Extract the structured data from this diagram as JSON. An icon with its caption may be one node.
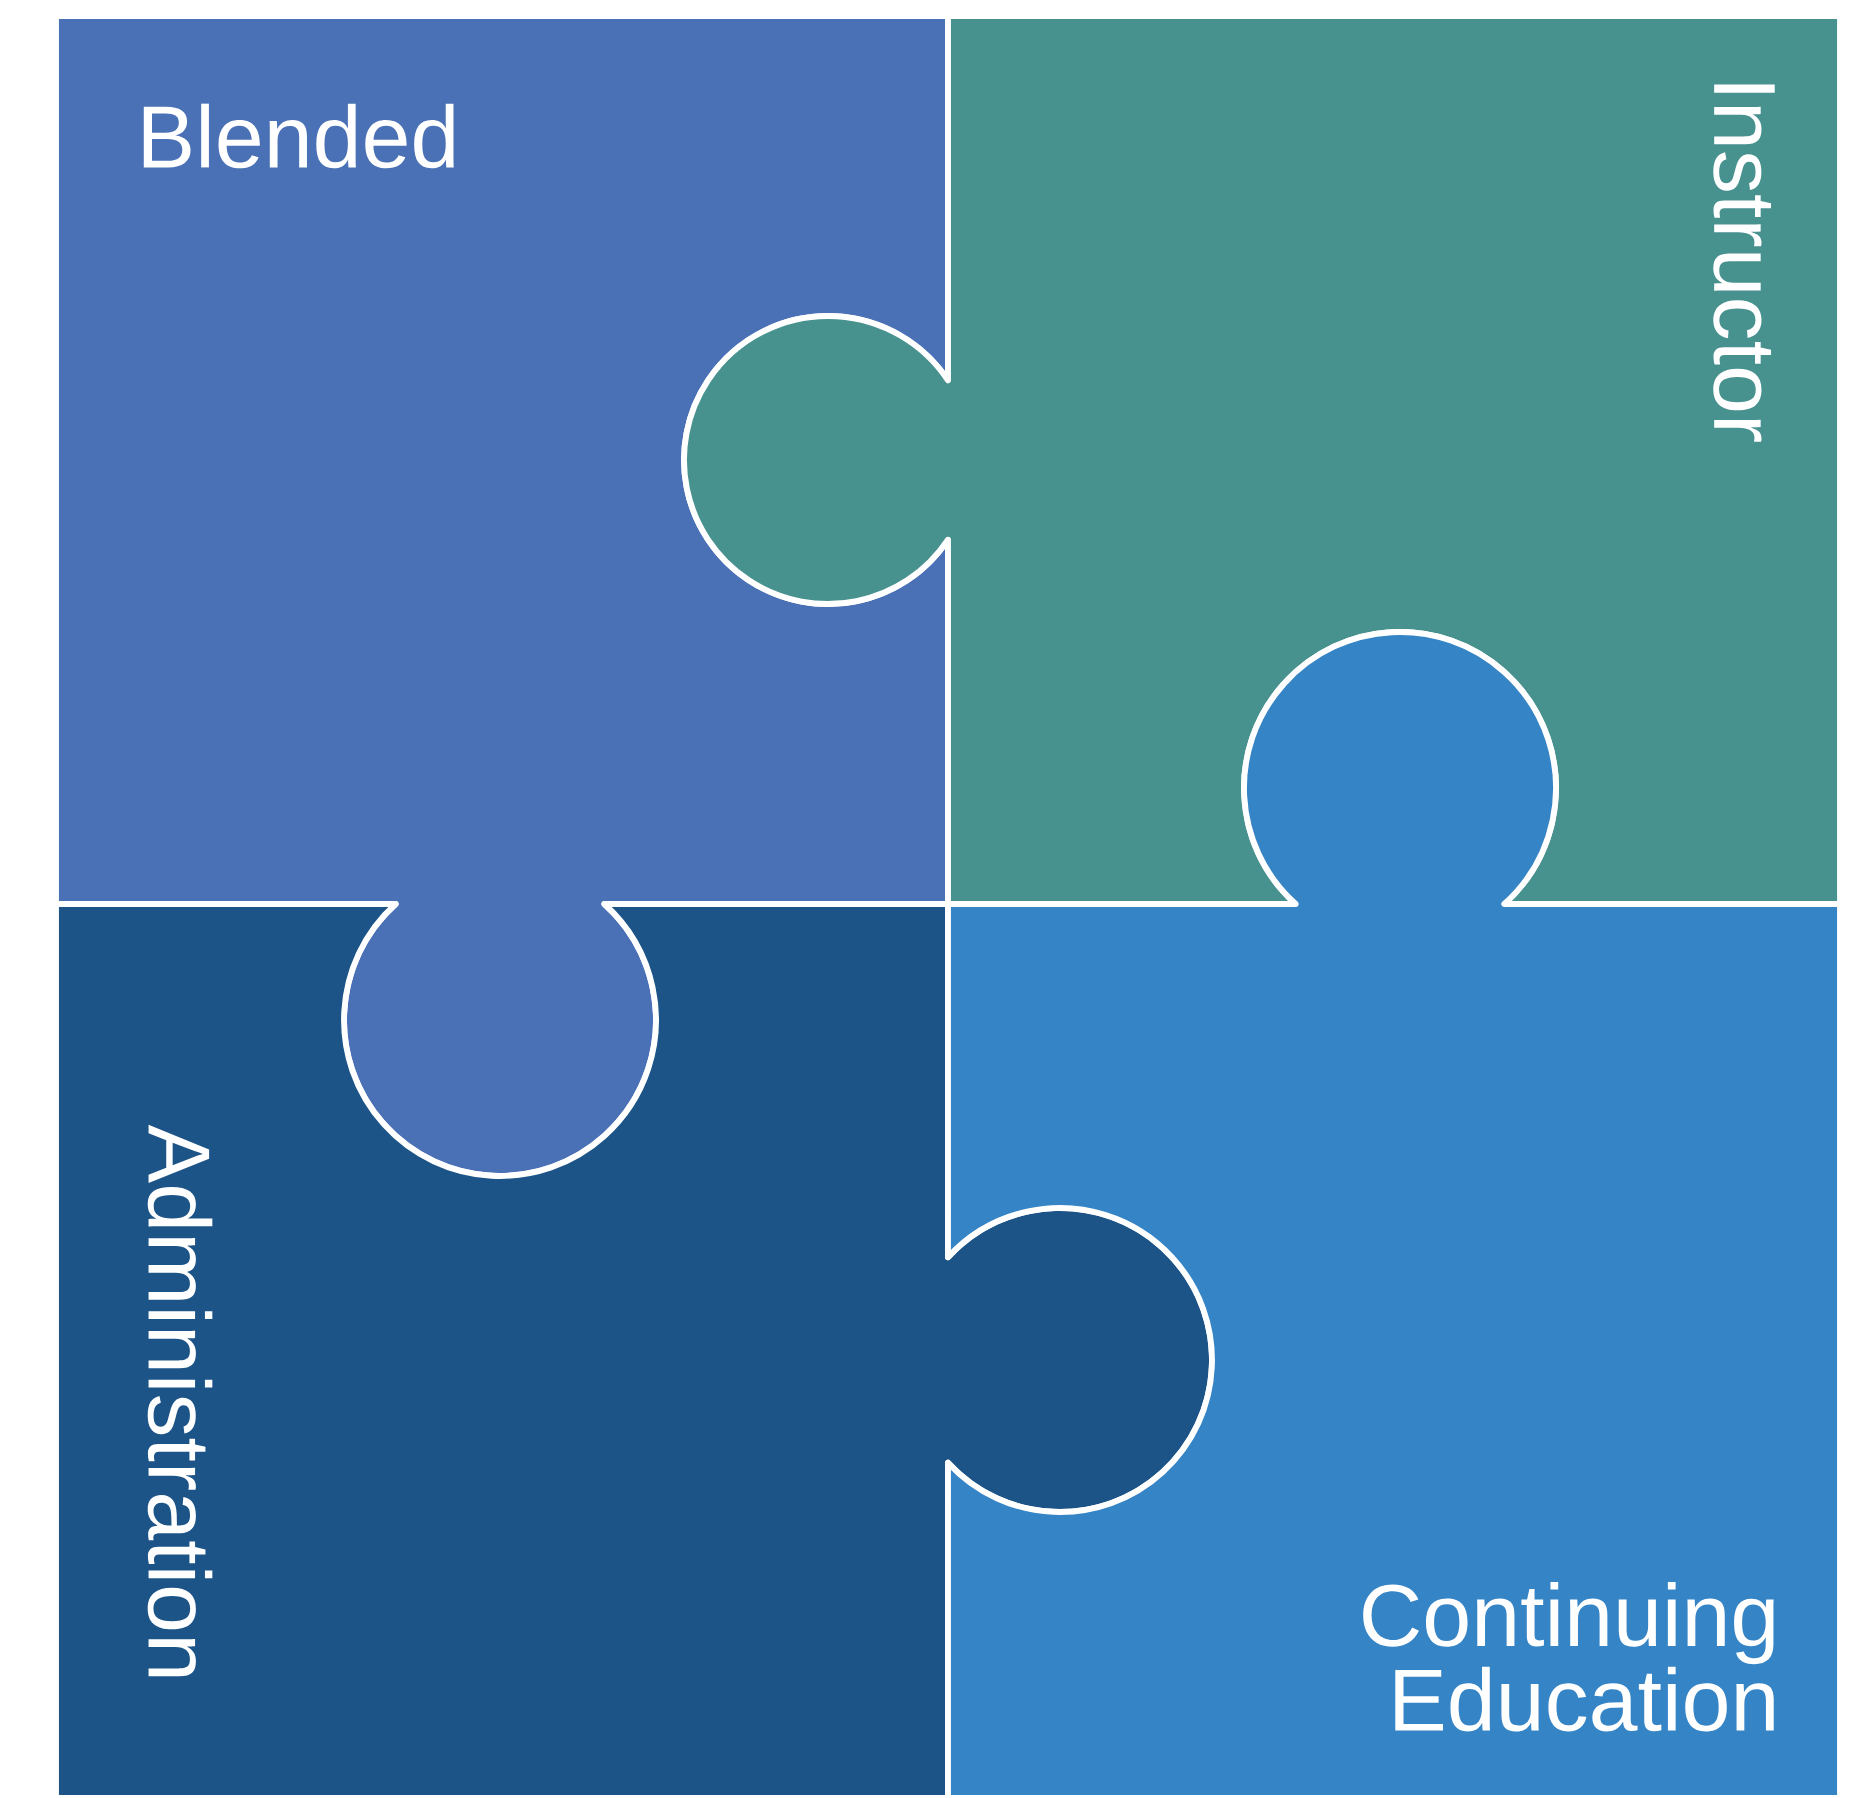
{
  "diagram": {
    "nodes": [
      {
        "text": [
          "Blended"
        ]
      },
      {
        "text": [
          "Instructor"
        ]
      },
      {
        "text": [
          "Administration"
        ]
      },
      {
        "text": [
          "Continuing Education"
        ]
      }
    ]
  }
}
